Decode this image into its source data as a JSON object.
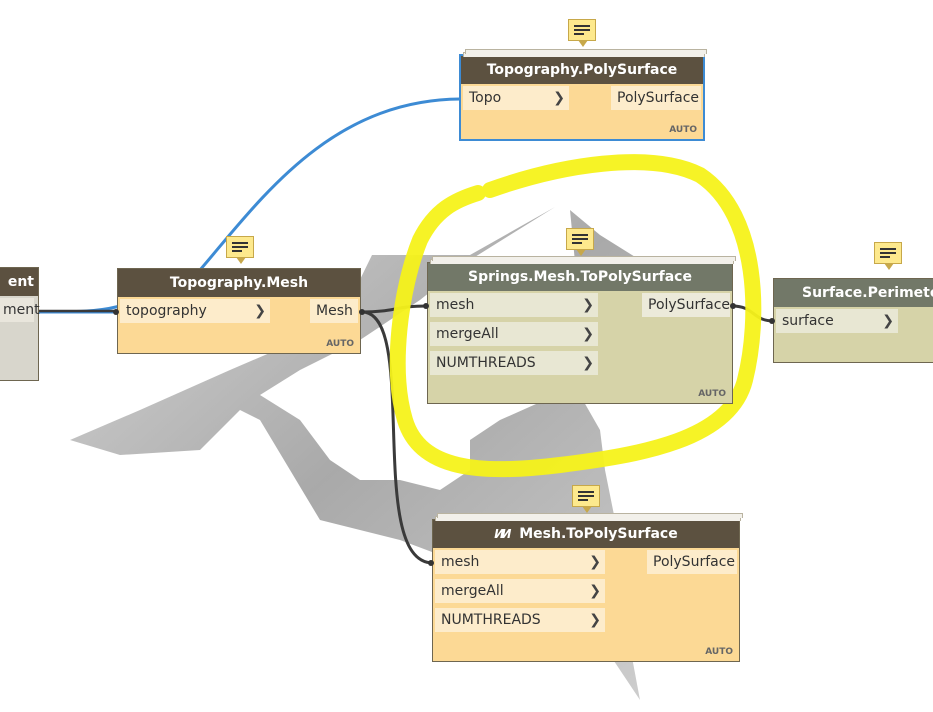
{
  "colors": {
    "wire_blue": "#3d8bd4",
    "wire_dark": "#3a3a3a",
    "highlight_yellow": "#f5f21a",
    "header_brown": "#5c5140",
    "header_gray": "#727868",
    "body_orange": "#fcd995",
    "body_olive": "#d6d3a8"
  },
  "nodes": {
    "left_partial": {
      "title": "ent",
      "port_out": "ment"
    },
    "topo_mesh": {
      "title": "Topography.Mesh",
      "input": "topography",
      "output": "Mesh",
      "auto": "AUTO"
    },
    "topo_polysurface": {
      "title": "Topography.PolySurface",
      "input": "Topo",
      "output": "PolySurface",
      "auto": "AUTO"
    },
    "springs": {
      "title": "Springs.Mesh.ToPolySurface",
      "inputs": [
        "mesh",
        "mergeAll",
        "NUMTHREADS"
      ],
      "output": "PolySurface",
      "auto": "AUTO"
    },
    "mesh_topolysurface": {
      "title": "Mesh.ToPolySurface",
      "title_glyph": "ИИ",
      "inputs": [
        "mesh",
        "mergeAll",
        "NUMTHREADS"
      ],
      "output": "PolySurface",
      "auto": "AUTO"
    },
    "surface_perimeter": {
      "title": "Surface.PerimeterC",
      "input": "surface"
    }
  },
  "icons": {
    "note": "note-icon",
    "chevron": "chevron-right-icon",
    "chevron_char": "❯"
  }
}
